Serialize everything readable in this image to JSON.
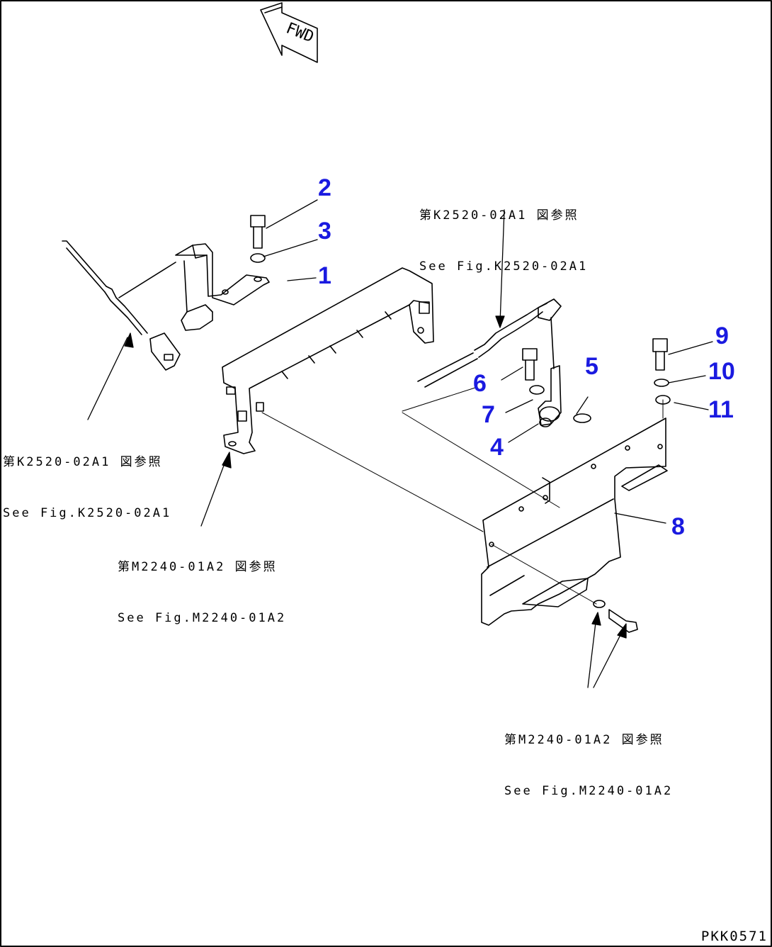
{
  "fwd_label": "FWD",
  "callouts": [
    {
      "id": "1",
      "text": "1"
    },
    {
      "id": "2",
      "text": "2"
    },
    {
      "id": "3",
      "text": "3"
    },
    {
      "id": "4",
      "text": "4"
    },
    {
      "id": "5",
      "text": "5"
    },
    {
      "id": "6",
      "text": "6"
    },
    {
      "id": "7",
      "text": "7"
    },
    {
      "id": "8",
      "text": "8"
    },
    {
      "id": "9",
      "text": "9"
    },
    {
      "id": "10",
      "text": "10"
    },
    {
      "id": "11",
      "text": "11"
    }
  ],
  "references": [
    {
      "jp": "第K2520-02A1 図参照",
      "en": "See Fig.K2520-02A1"
    },
    {
      "jp": "第K2520-02A1 図参照",
      "en": "See Fig.K2520-02A1"
    },
    {
      "jp": "第M2240-01A2 図参照",
      "en": "See Fig.M2240-01A2"
    },
    {
      "jp": "第M2240-01A2 図参照",
      "en": "See Fig.M2240-01A2"
    }
  ],
  "drawing_code": "PKK0571",
  "colors": {
    "callout": "#1a1ae0",
    "line": "#000000"
  }
}
